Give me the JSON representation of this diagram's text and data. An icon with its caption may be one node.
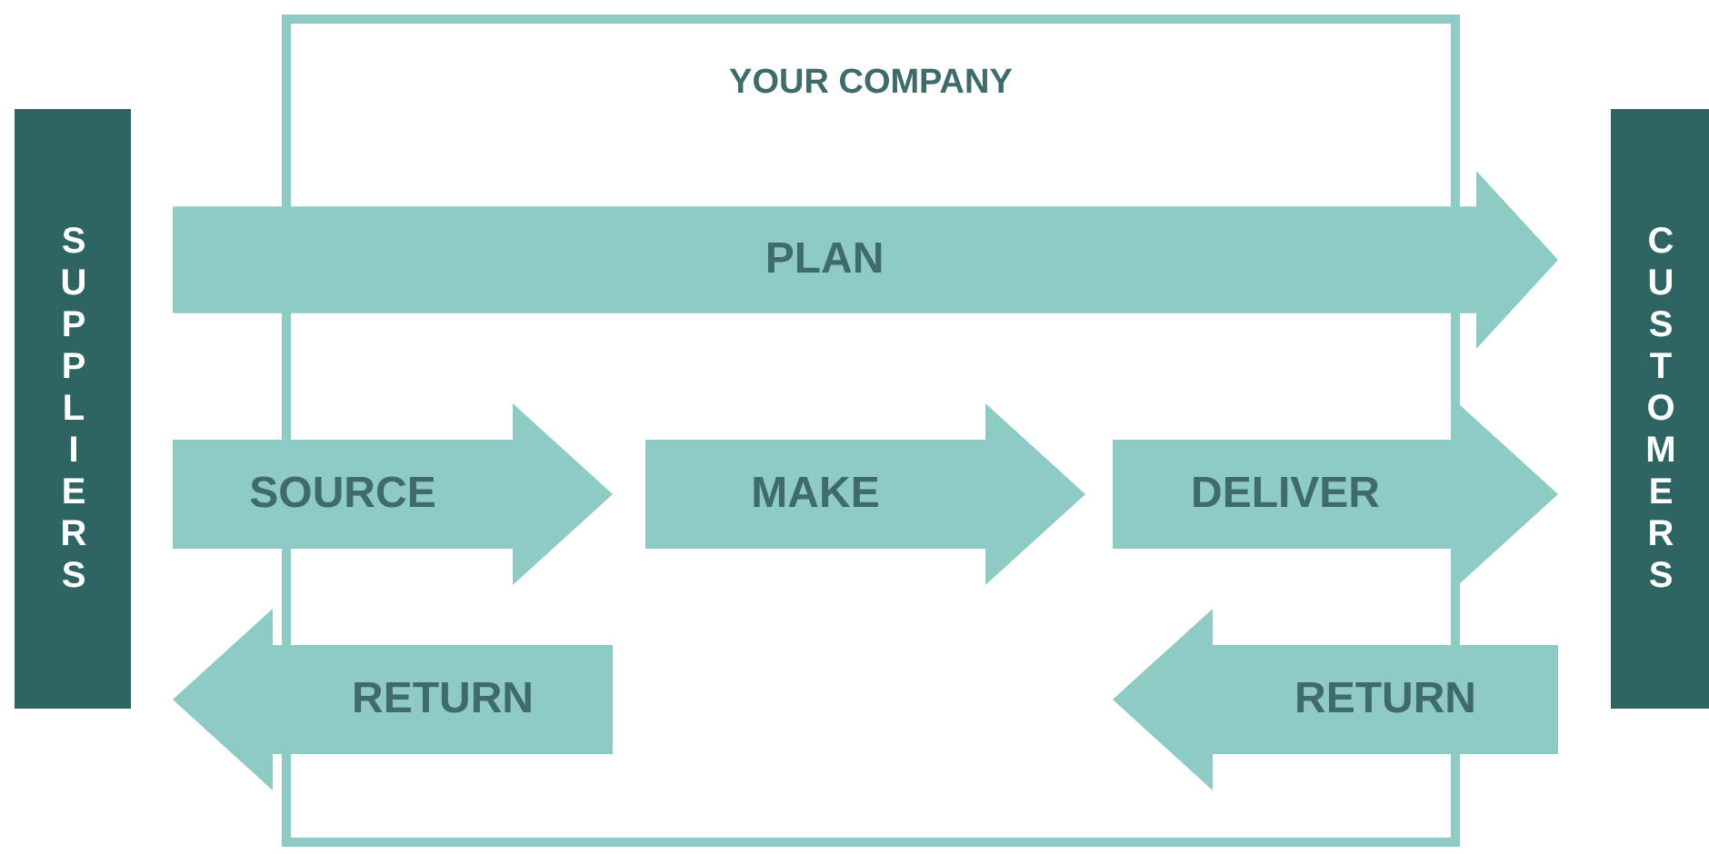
{
  "diagram": {
    "nodes": [
      {
        "text": [
          "YOUR COMPANY"
        ]
      },
      {
        "text": [
          "SUPPLIERS"
        ]
      },
      {
        "text": [
          "CUSTOMERS"
        ]
      },
      {
        "text": [
          "PLAN"
        ]
      },
      {
        "text": [
          "SOURCE"
        ]
      },
      {
        "text": [
          "MAKE"
        ],
        "in": 0
      },
      {
        "text": [
          "DELIVER"
        ]
      },
      {
        "text": [
          "RETURN"
        ]
      },
      {
        "text": [
          "RETURN"
        ]
      }
    ]
  }
}
